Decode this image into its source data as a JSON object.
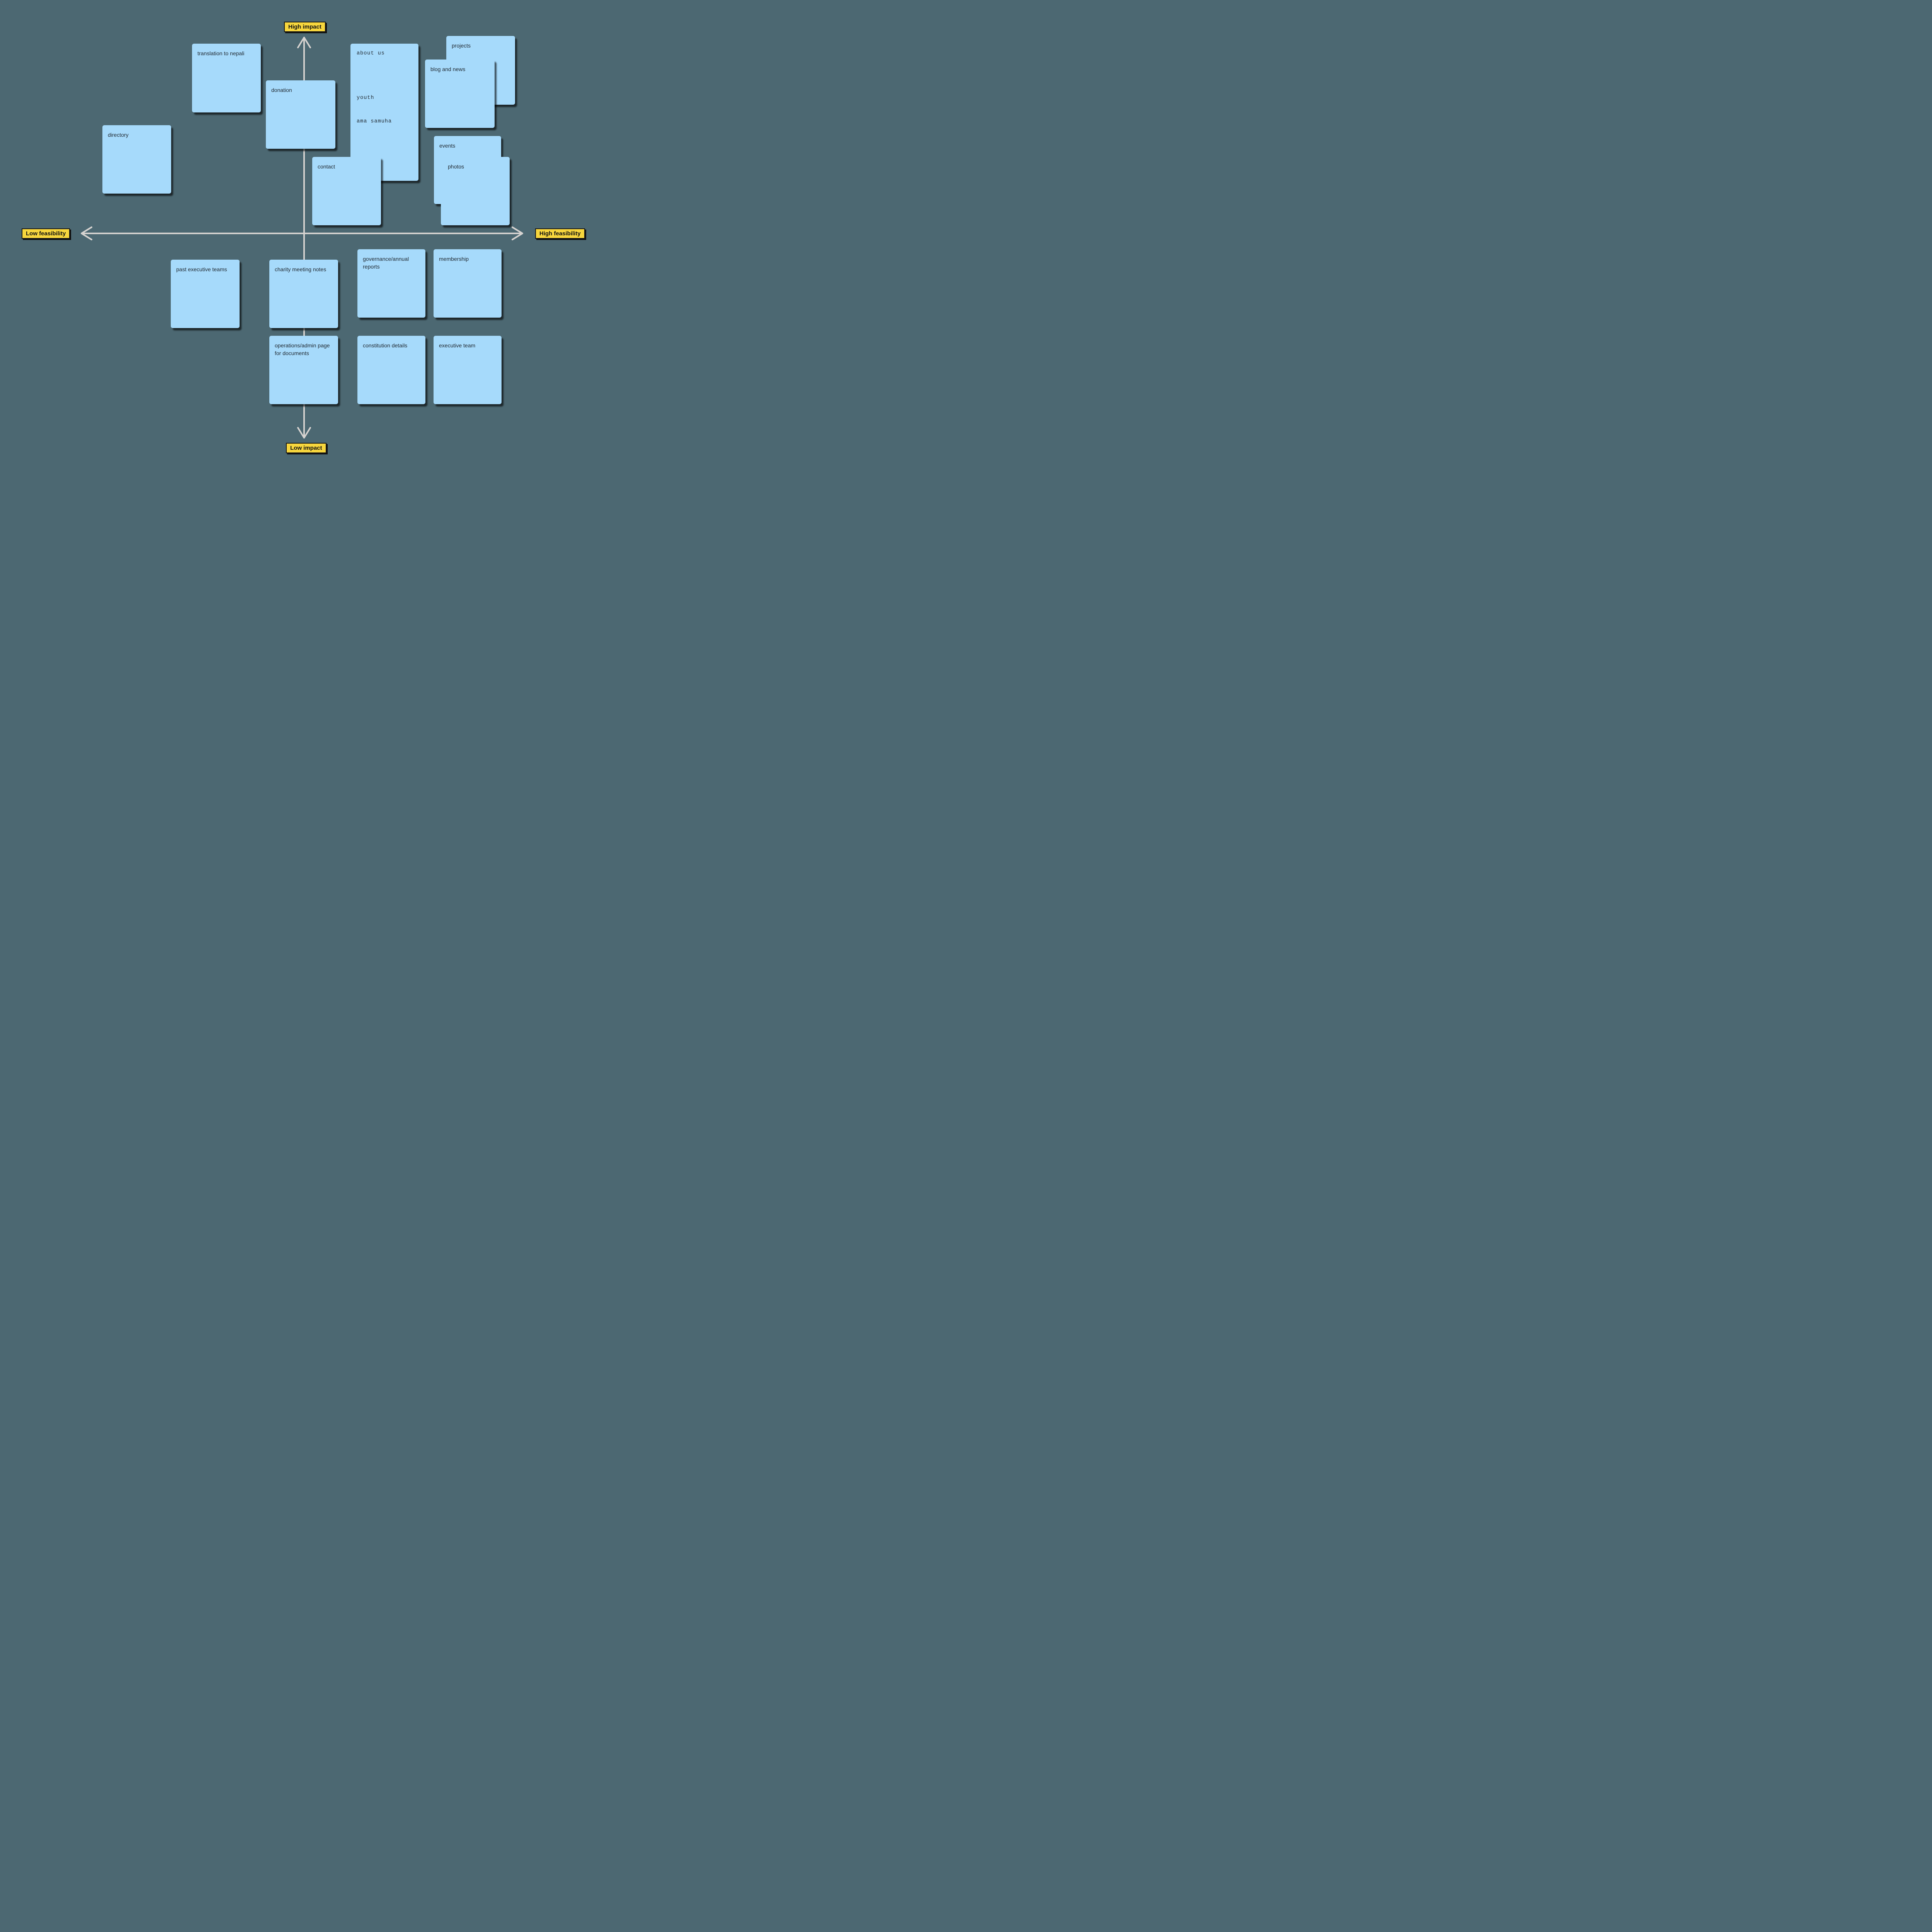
{
  "axes": {
    "high_impact": "High impact",
    "low_impact": "Low impact",
    "low_feasibility": "Low feasibility",
    "high_feasibility": "High feasibility"
  },
  "notes": {
    "translation": "translation to nepali",
    "donation": "donation",
    "about_us": {
      "line1": "about us",
      "line2": "youth",
      "line3": "ama samuha"
    },
    "projects": "projects",
    "blog_and_news": "blog and news",
    "directory": "directory",
    "contact": "contact",
    "events": "events",
    "photos": "photos",
    "past_executive_teams": "past executive teams",
    "charity_meeting_notes": "charity meeting notes",
    "governance_annual_reports": "governance/annual reports",
    "membership": "membership",
    "operations_admin": "operations/admin page for documents",
    "constitution_details": "constitution details",
    "executive_team": "executive team"
  },
  "colors": {
    "background": "#4C6872",
    "note_blue": "#A6DAFB",
    "label_yellow": "#F7D63D",
    "arrow_gray": "#D6D3D0",
    "note_text": "#222B33"
  }
}
